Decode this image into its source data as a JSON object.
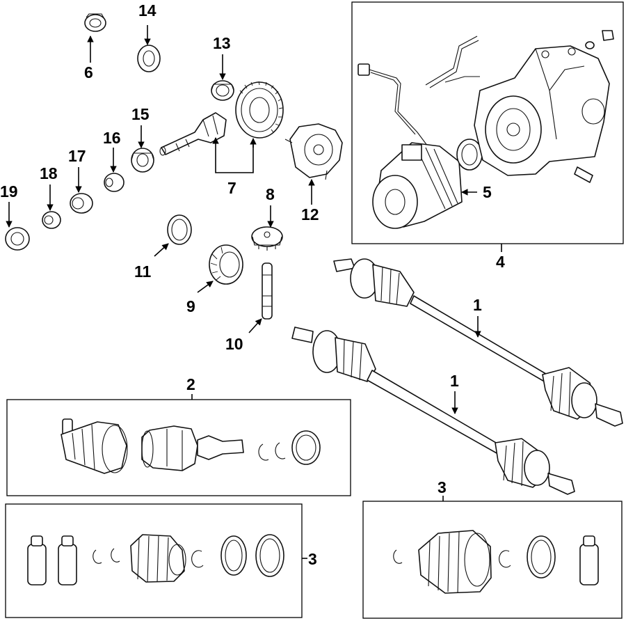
{
  "callouts": {
    "c1a": "1",
    "c1b": "1",
    "c2": "2",
    "c3a": "3",
    "c3b": "3",
    "c4": "4",
    "c5": "5",
    "c6": "6",
    "c7": "7",
    "c8": "8",
    "c9": "9",
    "c10": "10",
    "c11": "11",
    "c12": "12",
    "c13": "13",
    "c14": "14",
    "c15": "15",
    "c16": "16",
    "c17": "17",
    "c18": "18",
    "c19": "19"
  }
}
